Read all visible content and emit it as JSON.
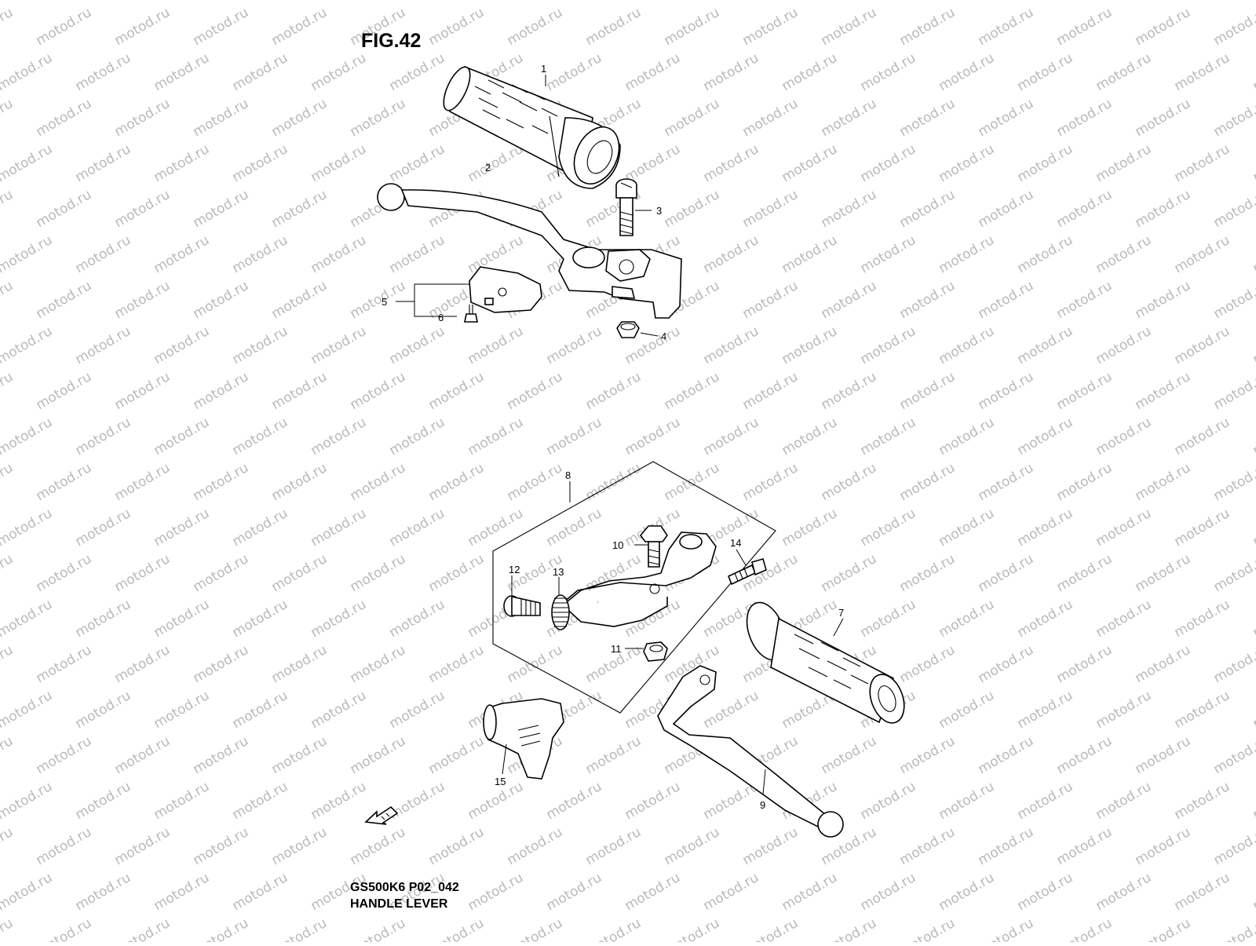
{
  "figure": {
    "title": "FIG.42",
    "model_code": "GS500K6 P02_042",
    "name": "HANDLE LEVER"
  },
  "watermark": {
    "text": "motod.ru",
    "color": "#b9b9b9"
  },
  "callouts": [
    "1",
    "2",
    "3",
    "4",
    "5",
    "6",
    "7",
    "8",
    "9",
    "10",
    "11",
    "12",
    "13",
    "14",
    "15"
  ],
  "front_arrow": {
    "icon": "front-direction-arrow-icon"
  }
}
